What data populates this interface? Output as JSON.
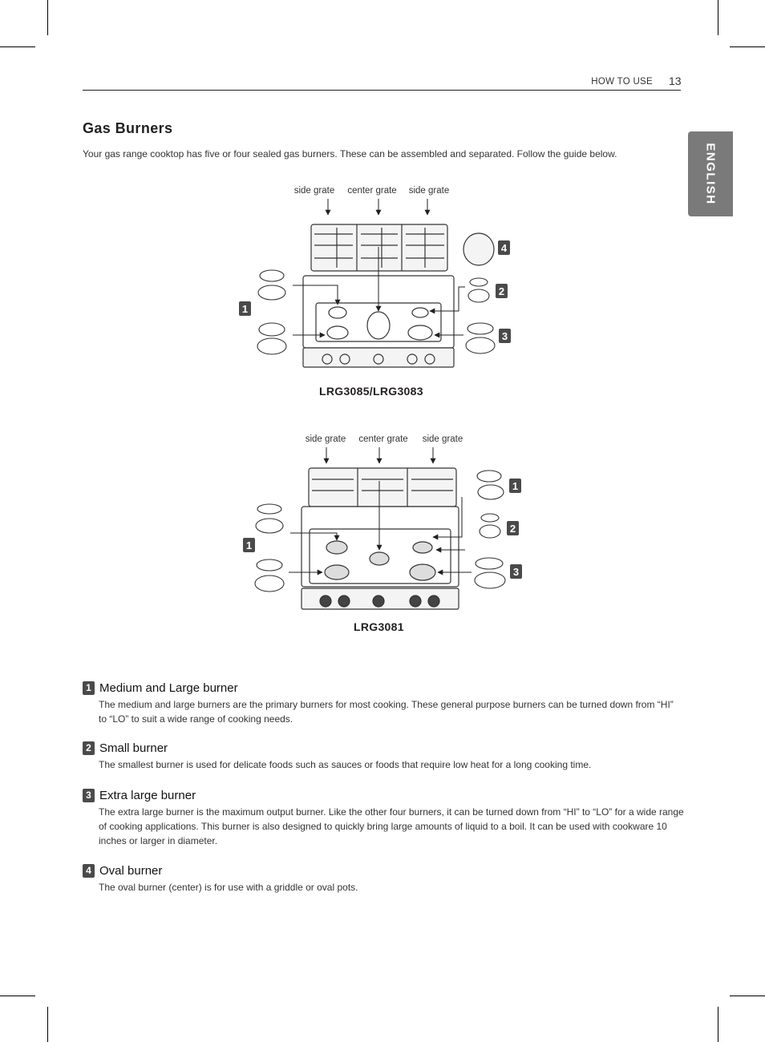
{
  "header": {
    "section": "HOW TO USE",
    "page_number": "13"
  },
  "language_tab": "ENGLISH",
  "title": "Gas Burners",
  "intro": "Your gas range cooktop has five or four sealed gas burners. These can be assembled and separated. Follow the guide below.",
  "diagram1": {
    "labels": [
      "side grate",
      "center grate",
      "side grate"
    ],
    "model": "LRG3085/LRG3083",
    "badges": [
      "1",
      "2",
      "3",
      "4"
    ]
  },
  "diagram2": {
    "labels": [
      "side grate",
      "center grate",
      "side grate"
    ],
    "model": "LRG3081",
    "badges": [
      "1",
      "1",
      "2",
      "3"
    ]
  },
  "items": [
    {
      "num": "1",
      "title": "Medium and Large burner",
      "desc": "The medium and large burners are the primary burners for most cooking. These general purpose burners can be turned down from “HI” to “LO” to suit a wide range of cooking needs."
    },
    {
      "num": "2",
      "title": "Small burner",
      "desc": "The smallest burner is used for delicate foods such as sauces or foods that require low heat for a long cooking time."
    },
    {
      "num": "3",
      "title": "Extra large burner",
      "desc": "The extra large burner is the maximum output burner. Like the other four burners, it can be turned down from “HI” to “LO” for a wide range of cooking applications. This burner is also designed to quickly bring large amounts of liquid to a boil. It can be used with cookware 10 inches or larger in diameter."
    },
    {
      "num": "4",
      "title": "Oval burner",
      "desc": "The oval burner (center) is for use with a griddle or oval pots."
    }
  ]
}
